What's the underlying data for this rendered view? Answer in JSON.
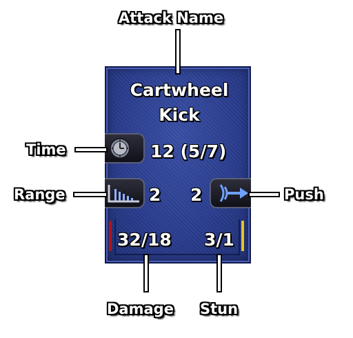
{
  "card": {
    "title_line1": "Cartwheel",
    "title_line2": "Kick",
    "time": "12 (5/7)",
    "range": "2",
    "push": "2",
    "damage": "32/18",
    "stun": "3/1",
    "icons": {
      "time": "clock-icon",
      "range": "range-bars-icon",
      "push": "push-arrow-icon"
    },
    "colors": {
      "card_bg": "#2a3d8f",
      "damage_bar": "#b0141a",
      "stun_bar": "#e4c51c"
    }
  },
  "labels": {
    "attack_name": "Attack Name",
    "time": "Time",
    "range": "Range",
    "push": "Push",
    "damage": "Damage",
    "stun": "Stun"
  }
}
